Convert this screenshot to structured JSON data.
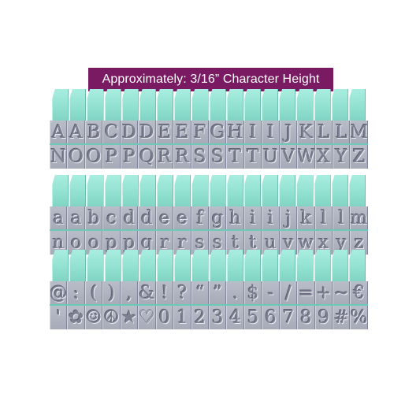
{
  "banner": {
    "text": "Approximately: 3/16” Character Height"
  },
  "blocks": [
    {
      "row1": [
        "A",
        "A",
        "B",
        "C",
        "D",
        "D",
        "E",
        "E",
        "F",
        "G",
        "H",
        "I",
        "I",
        "J",
        "K",
        "L",
        "L",
        "M"
      ],
      "row2": [
        "N",
        "O",
        "O",
        "P",
        "P",
        "Q",
        "R",
        "R",
        "S",
        "S",
        "T",
        "T",
        "U",
        "V",
        "W",
        "X",
        "Y",
        "Z"
      ]
    },
    {
      "row1": [
        "a",
        "a",
        "b",
        "c",
        "d",
        "d",
        "e",
        "e",
        "f",
        "g",
        "h",
        "i",
        "i",
        "j",
        "k",
        "l",
        "l",
        "m"
      ],
      "row2": [
        "n",
        "o",
        "o",
        "p",
        "p",
        "q",
        "r",
        "r",
        "s",
        "s",
        "t",
        "t",
        "u",
        "v",
        "w",
        "x",
        "y",
        "z"
      ]
    },
    {
      "row1": [
        "@",
        ":",
        "(",
        ")",
        ",",
        "&",
        "!",
        "?",
        "“",
        "”",
        ".",
        "$",
        "-",
        "/",
        "=",
        "+",
        "~",
        "€"
      ],
      "row2": [
        "'",
        "✿",
        "☺",
        "☮",
        "★",
        "♡",
        "0",
        "1",
        "2",
        "3",
        "4",
        "5",
        "6",
        "7",
        "8",
        "9",
        "#",
        "%"
      ]
    }
  ],
  "colors": {
    "banner": "#7a1a63",
    "stamp_top": "#8fdfcf",
    "stamp_face": "#a9adba"
  }
}
